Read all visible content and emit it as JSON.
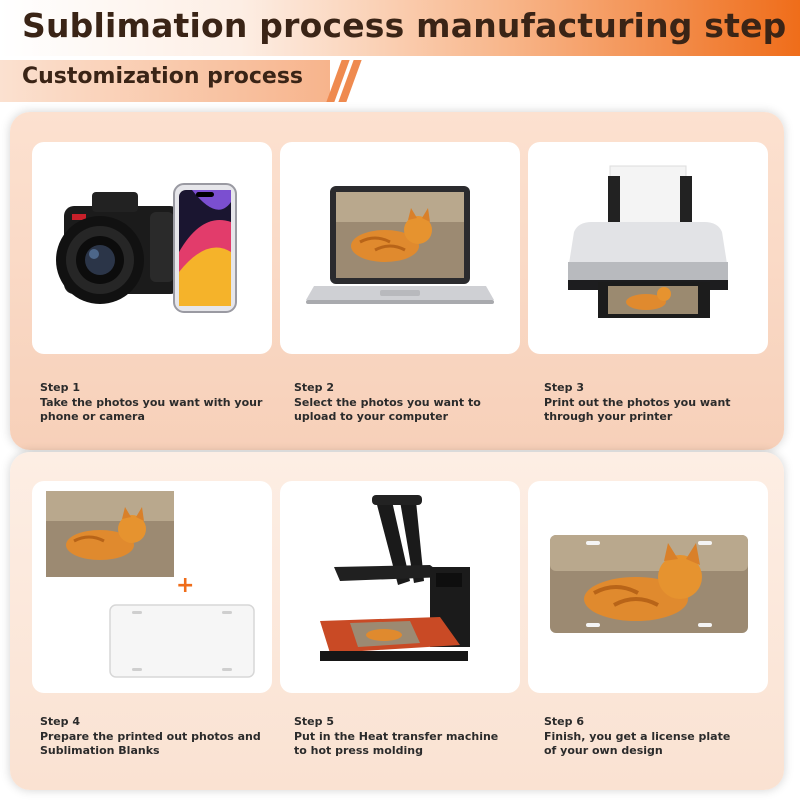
{
  "header": {
    "title": "Sublimation process manufacturing step",
    "subtitle": "Customization process"
  },
  "steps": [
    {
      "label": "Step 1",
      "desc": "Take the photos you want with your\nphone or camera"
    },
    {
      "label": "Step 2",
      "desc": "Select the photos you want to\nupload to your computer"
    },
    {
      "label": "Step 3",
      "desc": "Print out the photos you want\nthrough your printer"
    },
    {
      "label": "Step 4",
      "desc": "Prepare the printed out photos and\nSublimation Blanks"
    },
    {
      "label": "Step 5",
      "desc": "Put in the Heat transfer machine\nto hot press molding"
    },
    {
      "label": "Step 6",
      "desc": "Finish, you get a license plate\nof your own design"
    }
  ],
  "misc": {
    "plus_sign": "+"
  },
  "colors": {
    "accent_orange": "#ef6d1a",
    "panel_peach": "#fce1d0",
    "title_brown": "#3a2416"
  }
}
